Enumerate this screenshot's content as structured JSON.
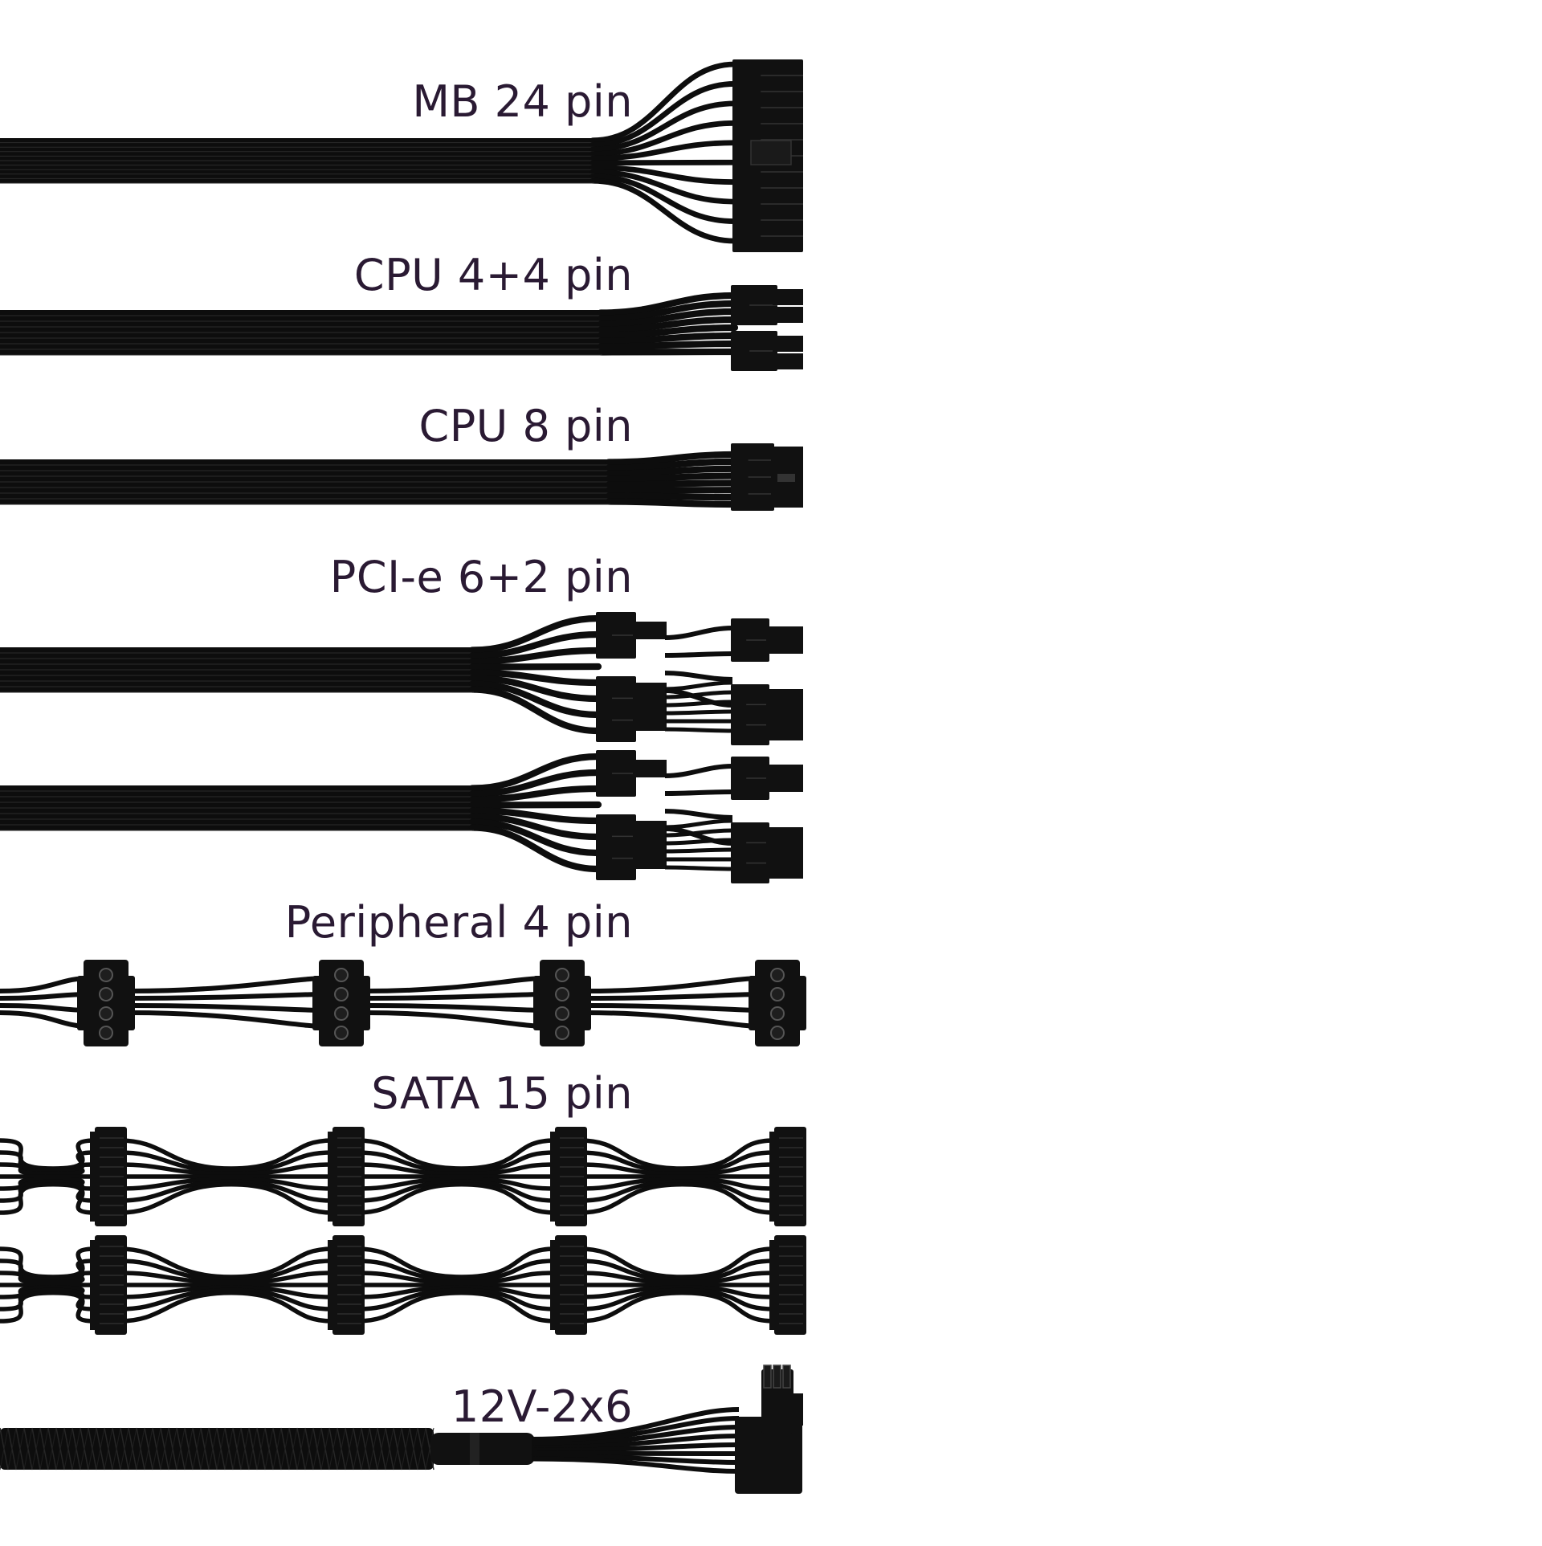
{
  "colors": {
    "background": "#ffffff",
    "label_text": "#2a1a33",
    "cable": "#0d0d0d",
    "connector": "#111111",
    "wire_highlight": "#2b2b2b"
  },
  "labels": {
    "mb24": "MB 24 pin",
    "cpu44": "CPU 4+4 pin",
    "cpu8": "CPU 8 pin",
    "pcie": "PCI-e 6+2 pin",
    "peripheral": "Peripheral 4 pin",
    "sata": "SATA 15 pin",
    "v12": "12V-2x6"
  },
  "cable_counts": {
    "pcie_cables": 2,
    "sata_cables": 2,
    "peripheral_connectors": 4,
    "sata_connectors": 4
  }
}
